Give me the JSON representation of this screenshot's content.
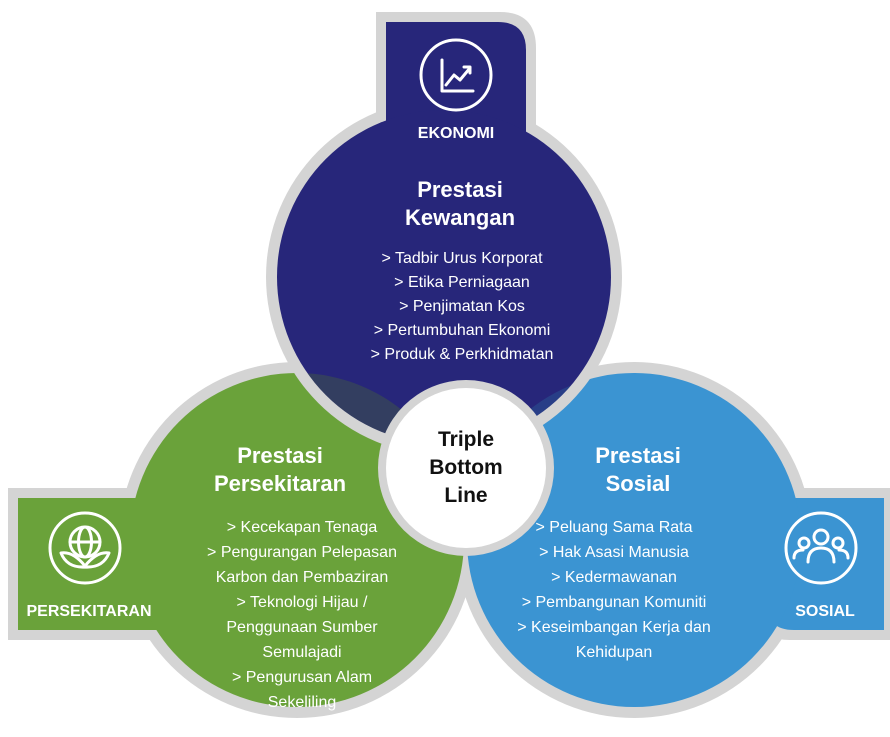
{
  "center": {
    "lines": [
      "Triple",
      "Bottom",
      "Line"
    ]
  },
  "ekonomi": {
    "label": "EKONOMI",
    "title_lines": [
      "Prestasi",
      "Kewangan"
    ],
    "items": [
      "> Tadbir Urus Korporat",
      "> Etika Perniagaan",
      "> Penjimatan Kos",
      "> Pertumbuhan Ekonomi",
      "> Produk & Perkhidmatan"
    ],
    "icon": "growth-chart-icon",
    "color": "#27267a"
  },
  "persekitaran": {
    "label": "PERSEKITARAN",
    "title_lines": [
      "Prestasi",
      "Persekitaran"
    ],
    "items": [
      "> Kecekapan Tenaga",
      "> Pengurangan Pelepasan",
      "Karbon dan Pembaziran",
      "> Teknologi Hijau /",
      "Penggunaan Sumber",
      "Semulajadi",
      "> Pengurusan Alam",
      "Sekeliling"
    ],
    "icon": "globe-leaf-icon",
    "color": "#6aa23a"
  },
  "sosial": {
    "label": "SOSIAL",
    "title_lines": [
      "Prestasi",
      "Sosial"
    ],
    "items": [
      "> Peluang Sama Rata",
      "> Hak Asasi Manusia",
      "> Kedermawanan",
      "> Pembangunan Komuniti",
      "> Keseimbangan Kerja dan",
      "Kehidupan"
    ],
    "icon": "people-group-icon",
    "color": "#3b94d2"
  }
}
